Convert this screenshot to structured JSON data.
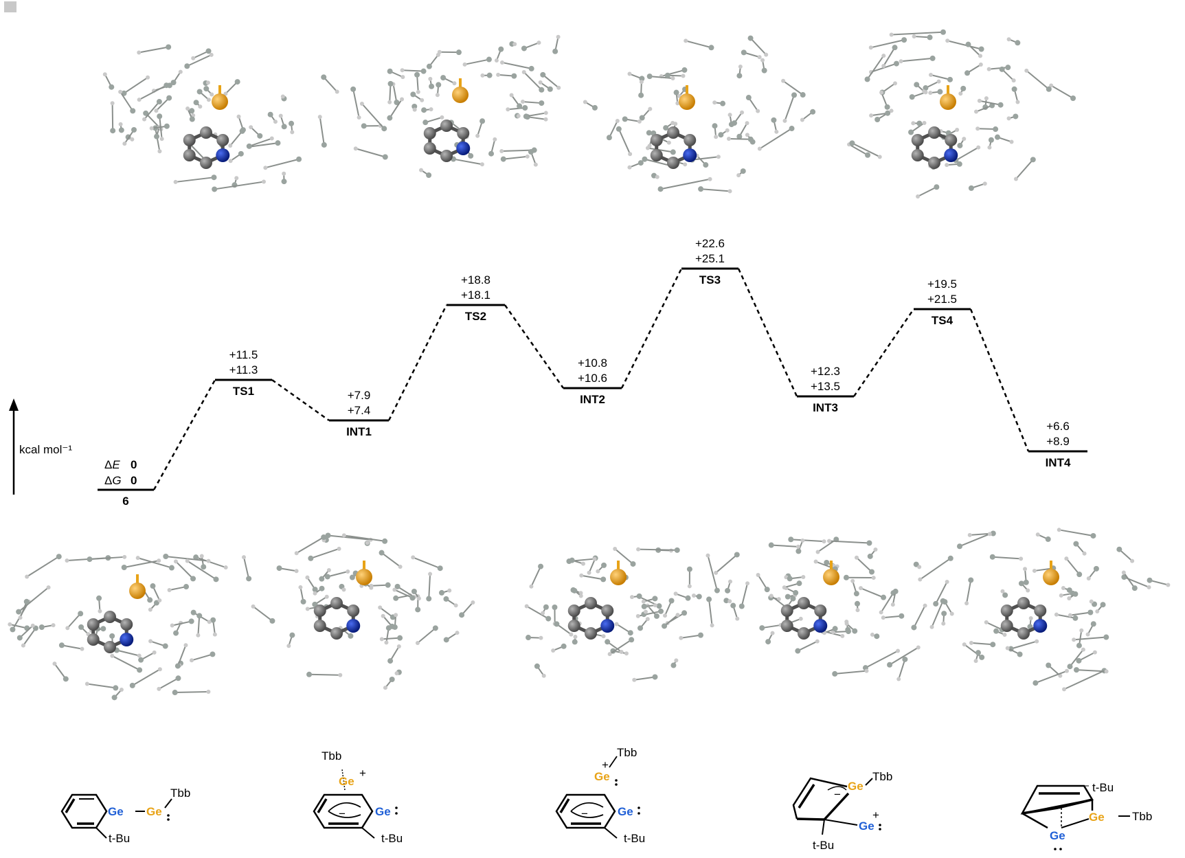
{
  "axis": {
    "label": "kcal mol⁻¹"
  },
  "colors": {
    "germanium_orange": "#e8a317",
    "germanium_blue": "#1f5fd6",
    "nitrogen": "#0a2aa8",
    "carbon": "#6e6e6e",
    "silicon": "#8fa8a0",
    "hydrogen": "#d8d8d8"
  },
  "legend": {
    "dE_label": "ΔE",
    "dG_label": "ΔG"
  },
  "chart_data": {
    "type": "energy-profile",
    "species": [
      {
        "id": "6",
        "dE": "0",
        "dG": "0"
      },
      {
        "id": "TS1",
        "dE": "+11.5",
        "dG": "+11.3"
      },
      {
        "id": "INT1",
        "dE": "+7.9",
        "dG": "+7.4"
      },
      {
        "id": "TS2",
        "dE": "+18.8",
        "dG": "+18.1"
      },
      {
        "id": "INT2",
        "dE": "+10.8",
        "dG": "+10.6"
      },
      {
        "id": "TS3",
        "dE": "+22.6",
        "dG": "+25.1"
      },
      {
        "id": "INT3",
        "dE": "+12.3",
        "dG": "+13.5"
      },
      {
        "id": "TS4",
        "dE": "+19.5",
        "dG": "+21.5"
      },
      {
        "id": "INT4",
        "dE": "+6.6",
        "dG": "+8.9"
      }
    ]
  },
  "schemes": {
    "s1": {
      "ge1": "Ge",
      "ge2": "Ge",
      "tbb": "Tbb",
      "tbu": "t-Bu"
    },
    "s2": {
      "ge_top": "Ge",
      "ge_ring": "Ge",
      "tbb": "Tbb",
      "tbu": "t-Bu",
      "plus": "+",
      "minus": "−"
    },
    "s3": {
      "ge_top": "Ge",
      "ge_ring": "Ge",
      "tbb": "Tbb",
      "tbu": "t-Bu",
      "plus": "+",
      "minus": "−"
    },
    "s4": {
      "ge1": "Ge",
      "ge2": "Ge",
      "tbb": "Tbb",
      "tbu": "t-Bu",
      "plus": "+",
      "minus": "−"
    },
    "s5": {
      "ge1": "Ge",
      "ge2": "Ge",
      "tbb": "Tbb",
      "tbu": "t-Bu"
    }
  }
}
